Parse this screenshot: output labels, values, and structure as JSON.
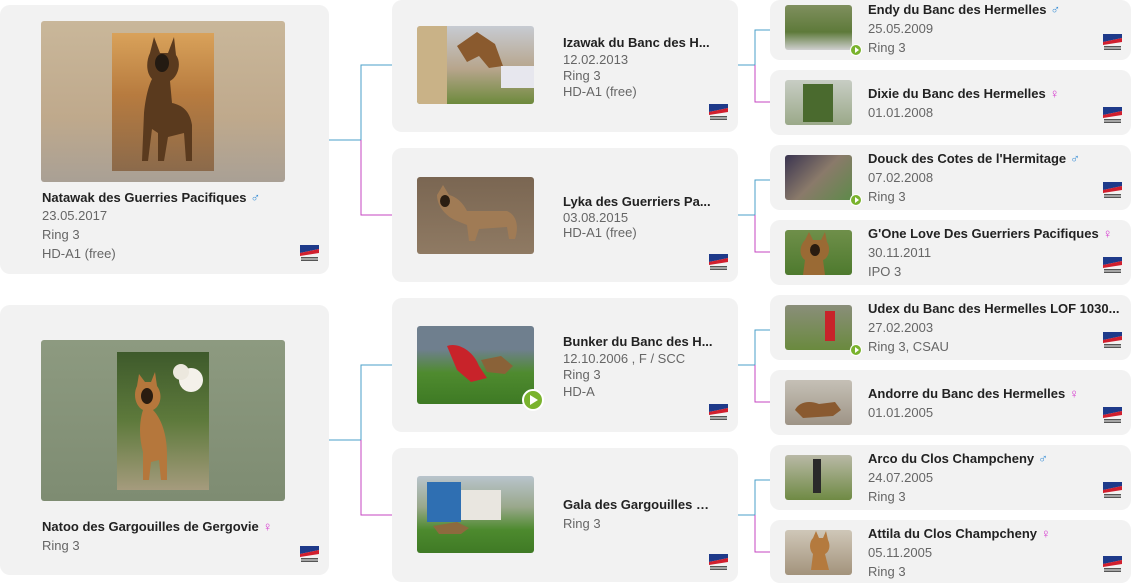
{
  "colors": {
    "card_bg": "#f2f2f2",
    "male": "#3b8fd6",
    "female": "#d63bcf",
    "sire_line": "#4a9fc8",
    "dam_line": "#c546c0",
    "play_badge": "#7ab32e"
  },
  "symbols": {
    "male": "♂",
    "female": "♀"
  },
  "logo_icon": "centrale-canine-logo",
  "generation1": [
    {
      "name": "Natawak des Guerries Pacifiques",
      "sex": "male",
      "line1": "23.05.2017",
      "line2": "Ring 3",
      "line3": "HD-A1 (free)"
    },
    {
      "name": "Natoo des Gargouilles de Gergovie",
      "sex": "female",
      "line1": "Ring 3"
    }
  ],
  "generation2": [
    {
      "name": "Izawak du Banc des H...",
      "line1": "12.02.2013",
      "line2": "Ring 3",
      "line3": "HD-A1 (free)"
    },
    {
      "name": "Lyka des Guerriers Pa...",
      "line1": "03.08.2015",
      "line2": "HD-A1 (free)"
    },
    {
      "name": "Bunker du Banc des H...",
      "line1": "12.10.2006 , F / SCC",
      "line2": "Ring 3",
      "line3": "HD-A",
      "has_video": true
    },
    {
      "name": "Gala des Gargouilles d...",
      "line1": "Ring 3"
    }
  ],
  "generation3": [
    {
      "name": "Endy du Banc des Hermelles",
      "sex": "male",
      "line1": "25.05.2009",
      "line2": "Ring 3",
      "has_video": true
    },
    {
      "name": "Dixie du Banc des Hermelles",
      "sex": "female",
      "line1": "01.01.2008"
    },
    {
      "name": "Douck des Cotes de l'Hermitage",
      "sex": "male",
      "line1": "07.02.2008",
      "line2": "Ring 3",
      "has_video": true
    },
    {
      "name": "G'One Love Des Guerriers Pacifiques",
      "sex": "female",
      "line1": "30.11.2011",
      "line2": "IPO 3"
    },
    {
      "name": "Udex du Banc des Hermelles LOF 1030...",
      "sex": "",
      "line1": "27.02.2003",
      "line2": "Ring 3, CSAU",
      "has_video": true
    },
    {
      "name": "Andorre du Banc des Hermelles",
      "sex": "female",
      "line1": "01.01.2005"
    },
    {
      "name": "Arco du Clos Champcheny",
      "sex": "male",
      "line1": "24.07.2005",
      "line2": "Ring 3"
    },
    {
      "name": "Attila du Clos Champcheny",
      "sex": "female",
      "line1": "05.11.2005",
      "line2": "Ring 3"
    }
  ]
}
